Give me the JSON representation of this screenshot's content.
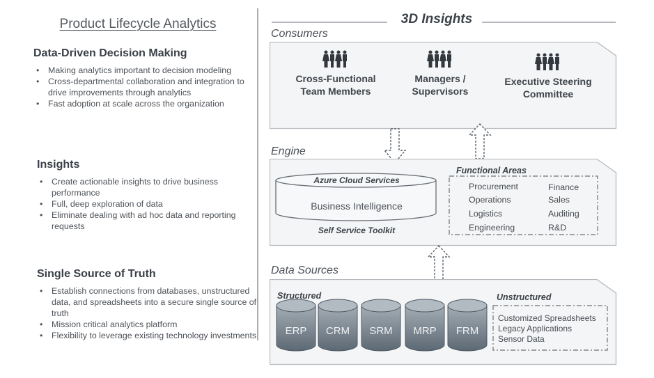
{
  "left": {
    "title": "Product Lifecycle Analytics",
    "sections": [
      {
        "heading": "Data-Driven Decision Making",
        "bullets": [
          "Making analytics important to decision modeling",
          "Cross-departmental collaboration and integration to drive improvements through analytics",
          "Fast adoption at scale across the organization"
        ]
      },
      {
        "heading": "Insights",
        "bullets": [
          "Create actionable insights to drive business performance",
          "Full, deep exploration of data",
          "Eliminate dealing with ad hoc data and reporting requests"
        ]
      },
      {
        "heading": "Single Source of Truth",
        "bullets": [
          "Establish connections from databases, unstructured data, and spreadsheets into a secure single source of truth",
          "Mission critical analytics platform",
          "Flexibility to leverage existing technology investments"
        ]
      }
    ]
  },
  "diagram": {
    "title": "3D Insights",
    "consumers": {
      "label": "Consumers",
      "groups": [
        {
          "icon": "people-group-icon",
          "line1": "Cross-Functional",
          "line2": "Team Members"
        },
        {
          "icon": "people-group-icon",
          "line1": "Managers /",
          "line2": "Supervisors"
        },
        {
          "icon": "people-group-icon",
          "line1": "Executive Steering",
          "line2": "Committee"
        }
      ]
    },
    "engine": {
      "label": "Engine",
      "platform_title": "Azure Cloud Services",
      "platform_body": "Business Intelligence",
      "toolkit": "Self Service Toolkit",
      "functional_areas_title": "Functional Areas",
      "functional_areas": [
        "Procurement",
        "Operations",
        "Logistics",
        "Engineering",
        "Finance",
        "Sales",
        "Auditing",
        "R&D"
      ]
    },
    "data_sources": {
      "label": "Data Sources",
      "structured_title": "Structured",
      "structured": [
        "ERP",
        "CRM",
        "SRM",
        "MRP",
        "FRM"
      ],
      "unstructured_title": "Unstructured",
      "unstructured": [
        "Customized Spreadsheets",
        "Legacy Applications",
        "Sensor Data"
      ]
    },
    "arrows": [
      {
        "name": "consumers-to-engine",
        "direction": "down",
        "style": "dashed"
      },
      {
        "name": "engine-to-consumers",
        "direction": "up",
        "style": "dashed"
      },
      {
        "name": "data-sources-to-engine",
        "direction": "up",
        "style": "dashed"
      }
    ],
    "colors": {
      "panel_fill": "#f4f5f6",
      "panel_border": "#b7bbbf",
      "db_fill_top": "#a4adb5",
      "db_fill_bottom": "#5c6873",
      "text_dark": "#3c4248"
    }
  }
}
